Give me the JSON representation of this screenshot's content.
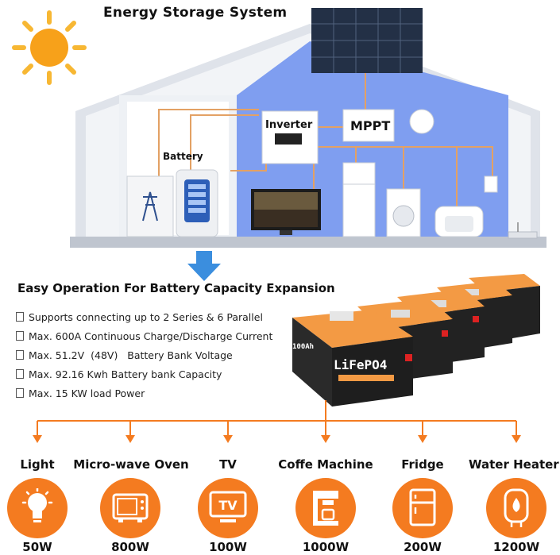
{
  "title": "Energy Storage System",
  "house": {
    "inverter_label": "Inverter",
    "mppt_label": "MPPT",
    "battery_label": "Battery"
  },
  "section_title": "Easy Operation For Battery Capacity Expansion",
  "features": [
    "Supports connecting up to 2 Series & 6 Parallel",
    "Max. 600A Continuous Charge/Discharge Current",
    "Max. 51.2V  (48V)   Battery Bank Voltage",
    "Max. 92.16 Kwh Battery bank Capacity",
    "Max. 15 KW load Power"
  ],
  "battery": {
    "brand": "LiFePO4",
    "capacity": "100Ah"
  },
  "appliances": [
    {
      "name": "Light",
      "watt": "50W",
      "icon": "light-bulb-icon"
    },
    {
      "name": "Micro-wave Oven",
      "watt": "800W",
      "icon": "microwave-icon"
    },
    {
      "name": "TV",
      "watt": "100W",
      "icon": "tv-icon"
    },
    {
      "name": "Coffe Machine",
      "watt": "1000W",
      "icon": "coffee-machine-icon"
    },
    {
      "name": "Fridge",
      "watt": "200W",
      "icon": "fridge-icon"
    },
    {
      "name": "Water Heater",
      "watt": "1200W",
      "icon": "water-heater-icon"
    }
  ],
  "colors": {
    "accent": "#f47b20",
    "house_wall": "#7f9ef0",
    "battery_top": "#f39a44",
    "battery_body": "#222222"
  }
}
